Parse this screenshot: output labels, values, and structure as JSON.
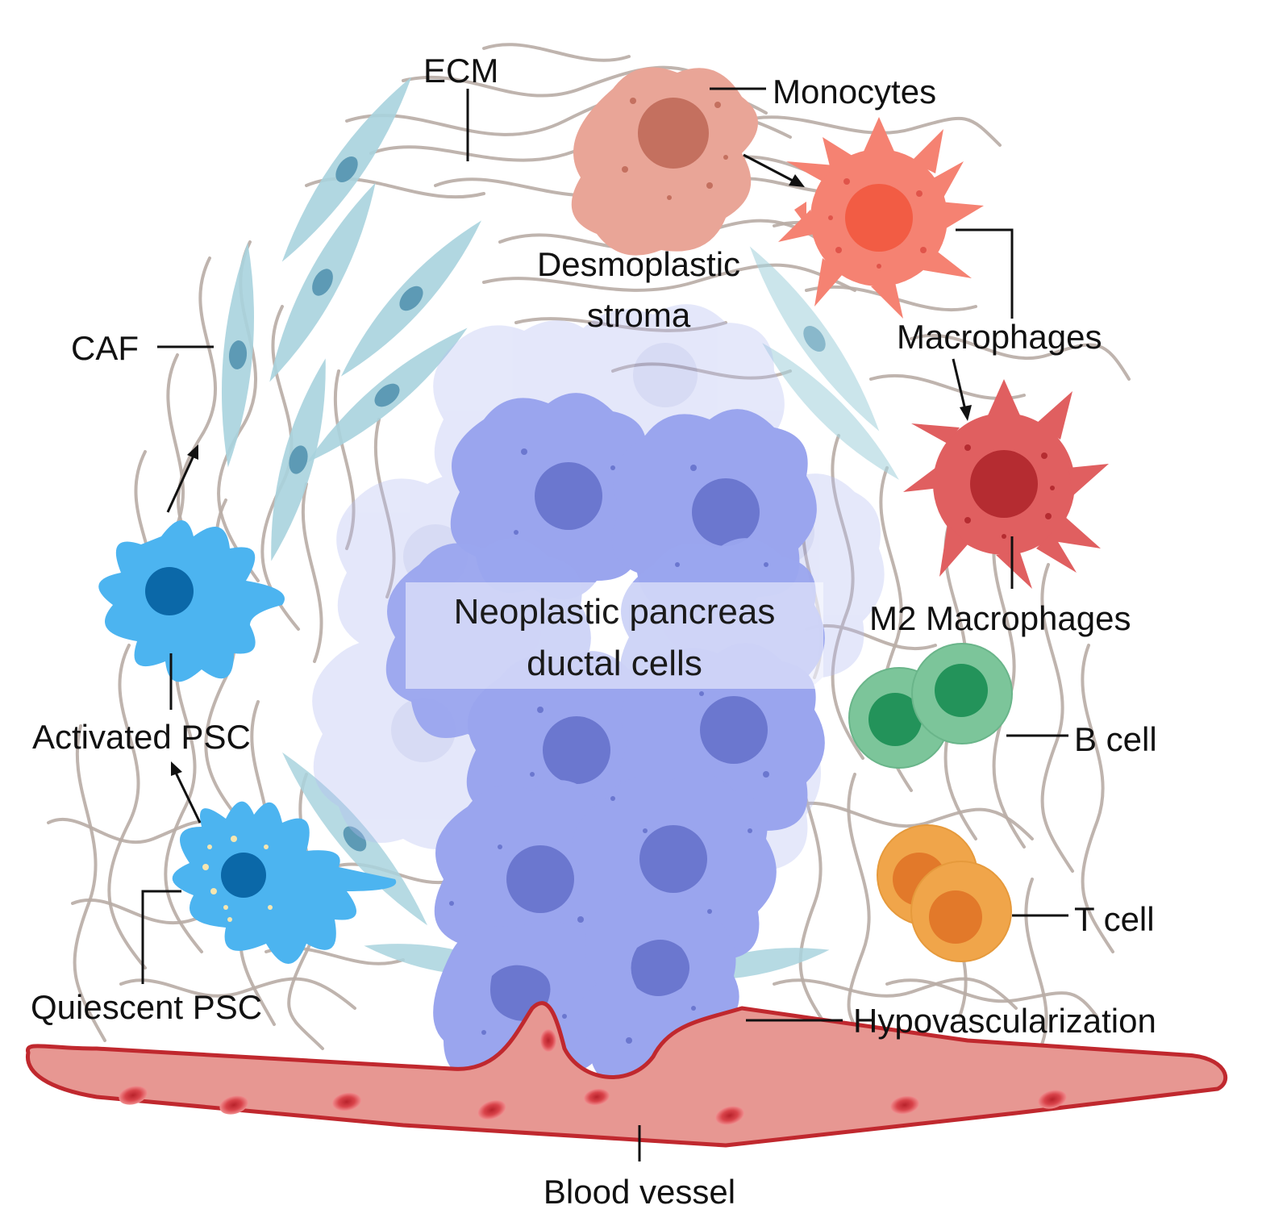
{
  "labels": {
    "ecm": "ECM",
    "monocytes": "Monocytes",
    "desmoplastic_line1": "Desmoplastic",
    "desmoplastic_line2": "stroma",
    "caf": "CAF",
    "macrophages": "Macrophages",
    "neoplastic_line1": "Neoplastic pancreas",
    "neoplastic_line2": "ductal cells",
    "m2_macrophages": "M2 Macrophages",
    "activated_psc": "Activated PSC",
    "b_cell": "B cell",
    "t_cell": "T cell",
    "quiescent_psc": "Quiescent PSC",
    "hypovascularization": "Hypovascularization",
    "blood_vessel": "Blood vessel"
  },
  "colors": {
    "fiber": "#b8aca5",
    "caf": "#a9d3de",
    "caf_nucleus": "#5d9ab5",
    "psc": "#4cb4f0",
    "psc_nucleus": "#0b68a8",
    "monocyte": "#e9a597",
    "monocyte_nucleus": "#c4705f",
    "macrophage": "#f58272",
    "macrophage_nucleus": "#f25c44",
    "m2_macrophage": "#e05f60",
    "m2_nucleus": "#b52c31",
    "b_cell": "#7cc59a",
    "b_cell_nucleus": "#23935a",
    "t_cell": "#f0a54a",
    "t_cell_nucleus": "#e2792a",
    "tumor": "#9aa5ee",
    "tumor_nucleus": "#6b77cf",
    "vessel": "#e79792",
    "vessel_border": "#c0282e",
    "rbc": "#d9434a"
  }
}
